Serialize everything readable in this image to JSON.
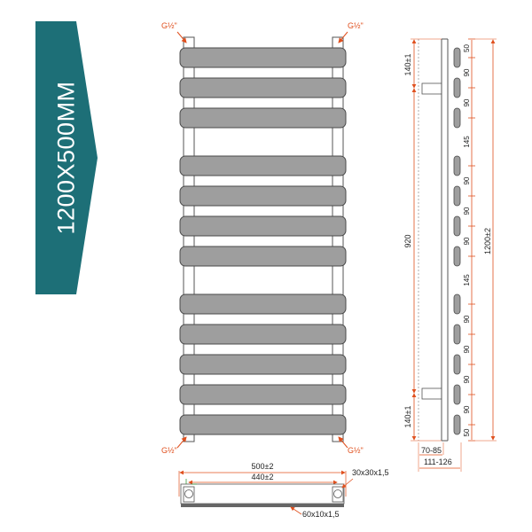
{
  "banner": {
    "label": "1200X500MM",
    "color": "#1d6f77"
  },
  "front_view": {
    "connections": {
      "top_left": "G½\"",
      "top_right": "G½\"",
      "bottom_left": "G½\"",
      "bottom_right": "G½\""
    },
    "bar_count": 12
  },
  "bottom_view": {
    "overall_width": "500±2",
    "center_distance": "440±2",
    "upright_profile": "30x30x1,5",
    "bar_profile": "60x10x1,5"
  },
  "side_view": {
    "top_offset": "140±1",
    "bottom_offset": "140±1",
    "center_distance": "920",
    "total_height": "1200±2",
    "spacings": [
      "50",
      "90",
      "90",
      "145",
      "90",
      "90",
      "90",
      "145",
      "90",
      "90",
      "90",
      "90",
      "50"
    ],
    "wall_gap": "70-85",
    "total_depth": "111-126"
  },
  "colors": {
    "dimension": "#e0501e",
    "line": "#555555",
    "bar": "#9e9e9e"
  }
}
